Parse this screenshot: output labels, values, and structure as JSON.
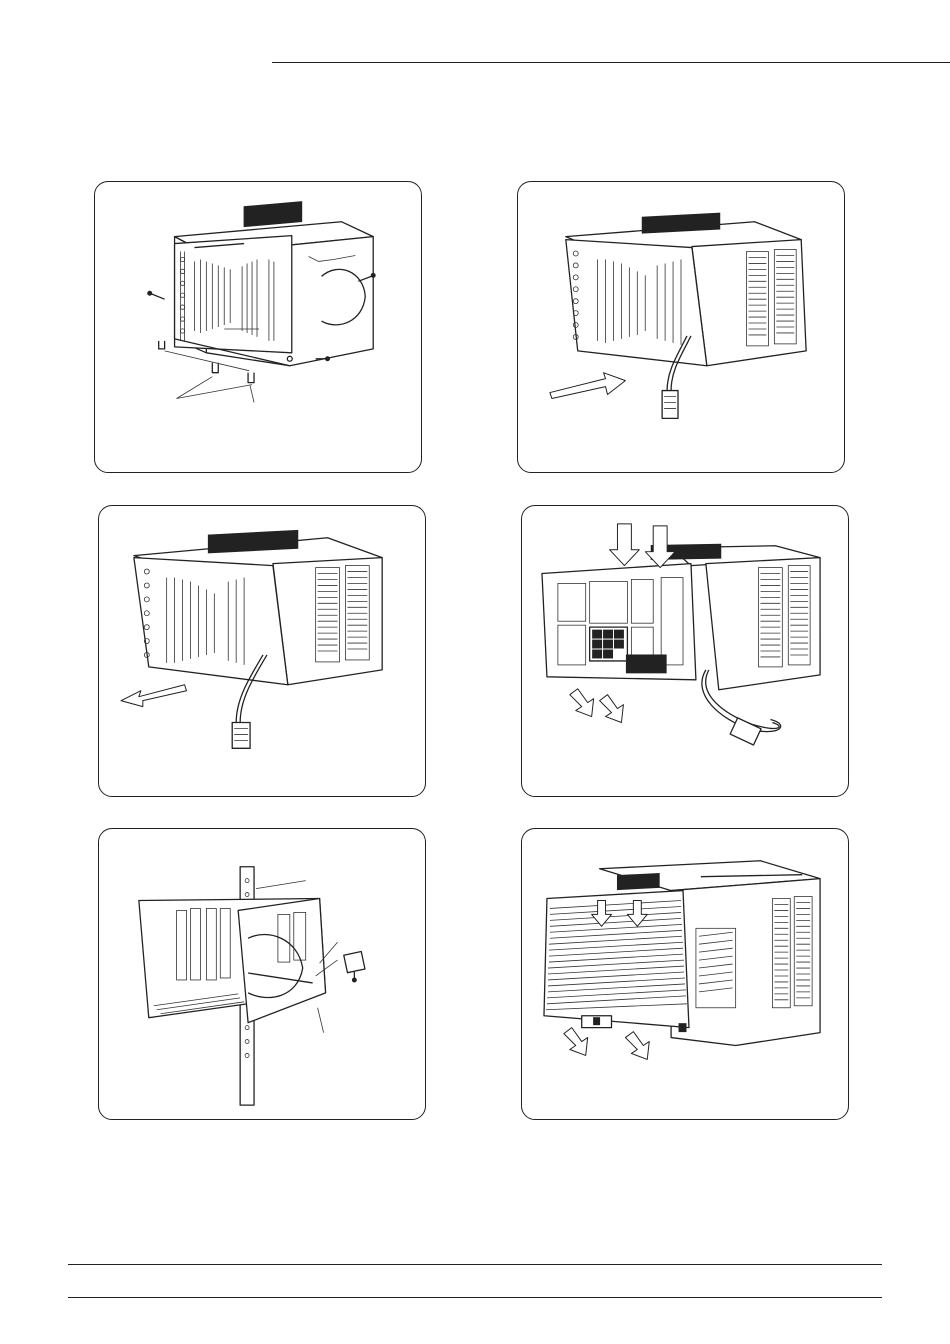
{
  "page": {
    "panels": [
      {
        "id": "step-1",
        "content": "remove-screws-and-brackets"
      },
      {
        "id": "step-2",
        "content": "insert-chassis"
      },
      {
        "id": "step-3",
        "content": "pull-out-chassis"
      },
      {
        "id": "step-4",
        "content": "attach-front-frame"
      },
      {
        "id": "step-5",
        "content": "mount-cabinet-in-wall"
      },
      {
        "id": "step-6",
        "content": "attach-front-grille"
      }
    ]
  }
}
